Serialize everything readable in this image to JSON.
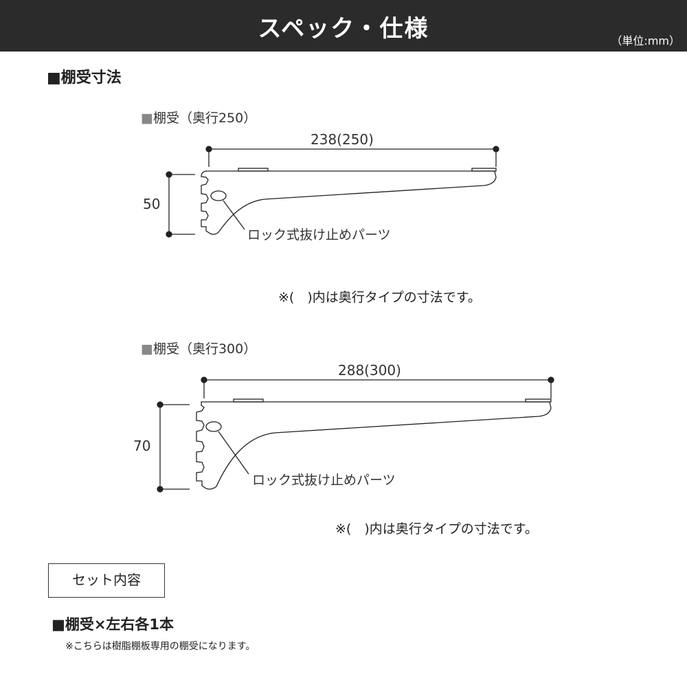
{
  "header": {
    "title": "スペック・仕様",
    "unit": "（単位:mm）"
  },
  "section1": {
    "title": "■棚受寸法"
  },
  "bracket250": {
    "label_mark": "■",
    "label": "棚受（奥行250）",
    "width": "238(250)",
    "height": "50",
    "part": "ロック式抜け止めパーツ",
    "note": "※(　)内は奥行タイプの寸法です。"
  },
  "bracket300": {
    "label_mark": "■",
    "label": "棚受（奥行300）",
    "width": "288(300)",
    "height": "70",
    "part": "ロック式抜け止めパーツ",
    "note": "※(　)内は奥行タイプの寸法です。"
  },
  "set": {
    "box": "セット内容",
    "title": "■棚受×左右各1本",
    "note": "※こちらは樹脂棚板専用の棚受になります。"
  }
}
